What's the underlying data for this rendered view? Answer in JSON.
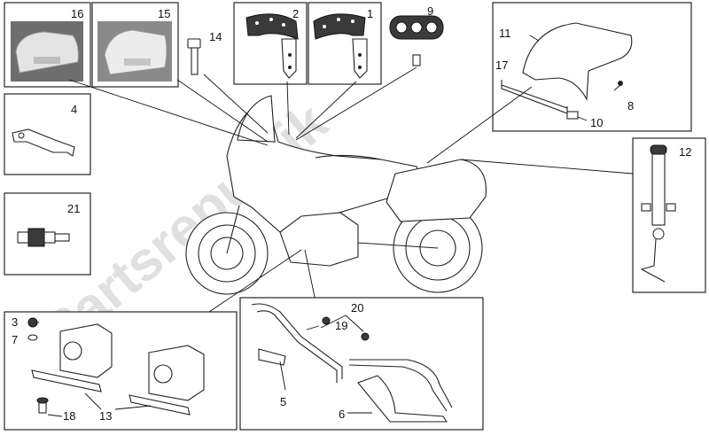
{
  "callouts": {
    "n1": "1",
    "n2": "2",
    "n3": "3",
    "n4": "4",
    "n5": "5",
    "n6": "6",
    "n7": "7",
    "n8": "8",
    "n9": "9",
    "n10": "10",
    "n11": "11",
    "n12": "12",
    "n13": "13",
    "n14": "14",
    "n15": "15",
    "n16": "16",
    "n17": "17",
    "n18": "18",
    "n19": "19",
    "n20": "20",
    "n21": "21"
  },
  "watermark": "Partsrepublik",
  "brand_icon": "gear-icon"
}
